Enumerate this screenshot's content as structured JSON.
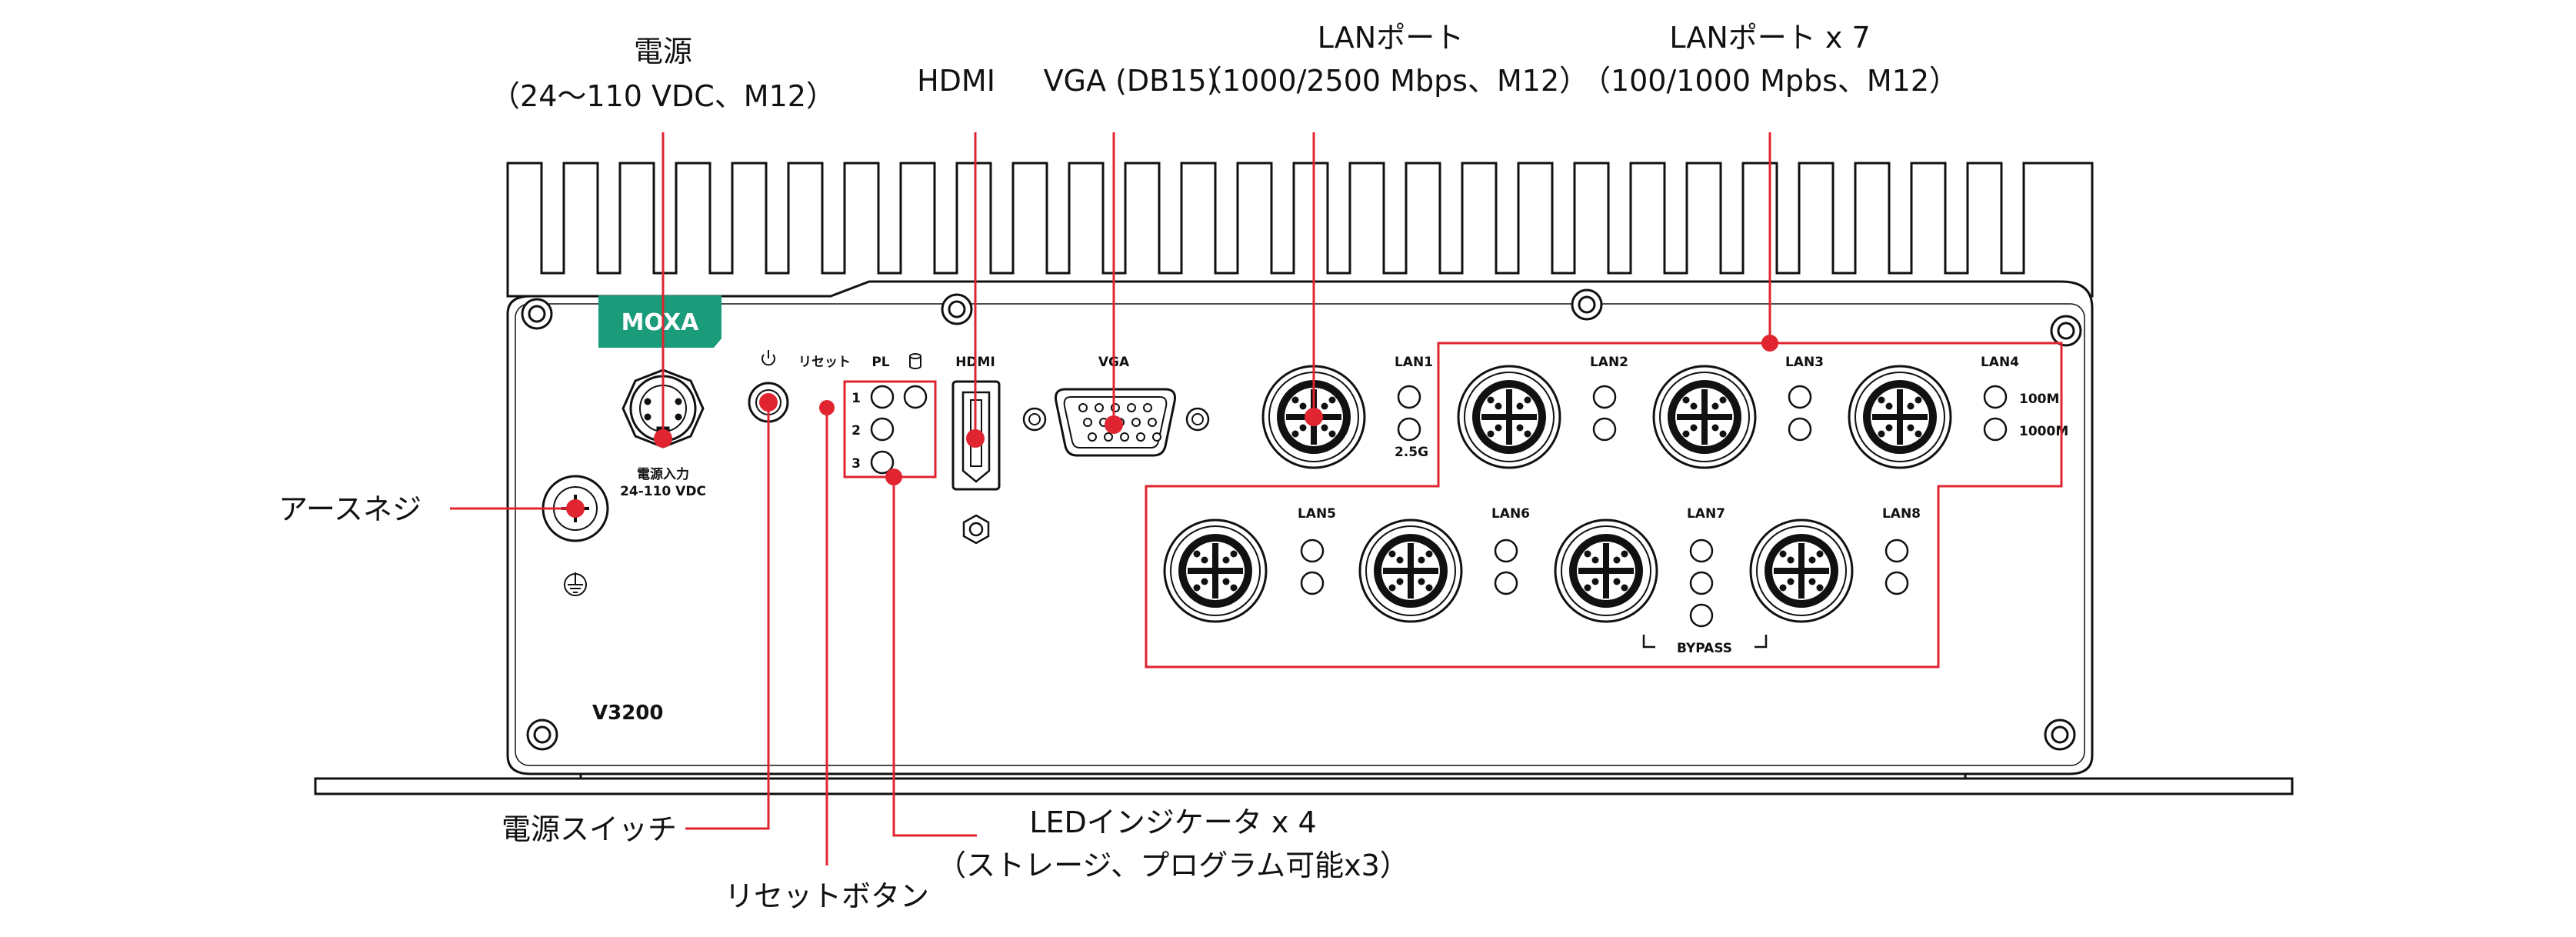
{
  "callouts": {
    "power": {
      "line1": "電源",
      "line2": "（24〜110 VDC、M12）"
    },
    "hdmi": "HDMI",
    "vga": "VGA (DB15)",
    "lan_25": {
      "line1": "LANポート",
      "line2": "（1000/2500 Mbps、M12）"
    },
    "lan_x7": {
      "line1": "LANポート x 7",
      "line2": "（100/1000 Mpbs、M12）"
    },
    "ground": "アースネジ",
    "power_switch": "電源スイッチ",
    "reset_button": "リセットボタン",
    "led": {
      "line1": "LEDインジケータ x 4",
      "line2": "（ストレージ、プログラム可能x3）"
    }
  },
  "panel": {
    "logo": "MOXA",
    "power_in_label": "電源入力",
    "power_in_spec": "24-110 VDC",
    "model": "V3200",
    "reset_label": "リセット",
    "pl_label": "PL",
    "led_rows": [
      "1",
      "2",
      "3"
    ],
    "hdmi_label": "HDMI",
    "vga_label": "VGA",
    "lan_labels": [
      "LAN1",
      "LAN2",
      "LAN3",
      "LAN4",
      "LAN5",
      "LAN6",
      "LAN7",
      "LAN8"
    ],
    "lan1_speed": "2.5G",
    "lan4_speed_a": "100M",
    "lan4_speed_b": "1000M",
    "bypass": "BYPASS"
  },
  "colors": {
    "accent": "#e02430",
    "logo_bg": "#1a9b7a",
    "line": "#111111"
  }
}
